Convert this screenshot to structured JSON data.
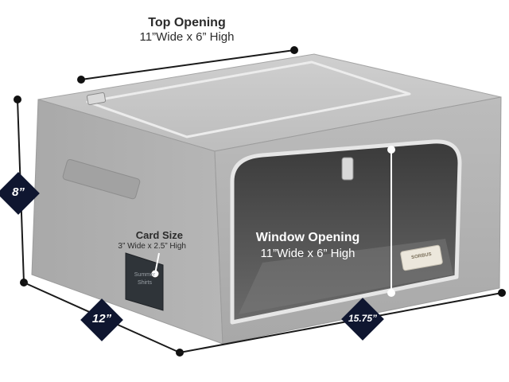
{
  "top_opening": {
    "title": "Top Opening",
    "dims": "11”Wide x 6” High"
  },
  "window_opening": {
    "title": "Window Opening",
    "dims": "11”Wide x 6” High"
  },
  "card_size": {
    "title": "Card Size",
    "dims": "3” Wide x 2.5” High"
  },
  "dimensions": {
    "height": "8”",
    "depth": "12”",
    "width": "15.75”"
  },
  "product": {
    "brand": "SORBUS",
    "card_text": [
      "Summer",
      "Shirts"
    ]
  },
  "colors": {
    "fabric": "#b9b9b9",
    "fabric_dark": "#9a9a9a",
    "navy": "#0f1630",
    "zipper": "#e8e8e8"
  }
}
